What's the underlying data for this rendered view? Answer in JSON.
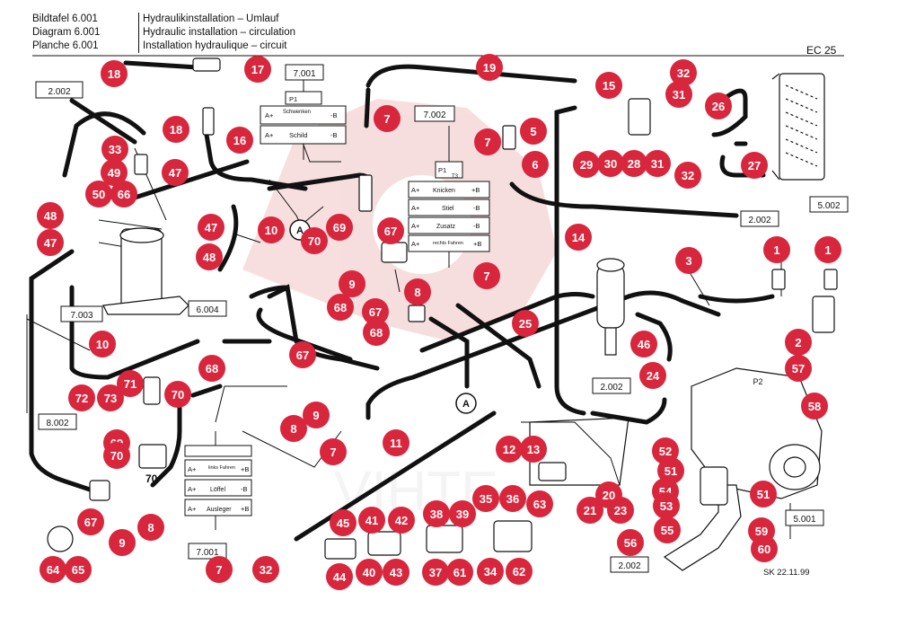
{
  "header": {
    "diagram_lines": [
      "Bildtafel 6.001",
      "Diagram 6.001",
      "Planche 6.001"
    ],
    "title_lines": [
      "Hydraulikinstallation – Umlauf",
      "Hydraulic installation – circulation",
      "Installation hydraulique – circuit"
    ]
  },
  "model": "EC 25",
  "signature": "SK 22.11.99",
  "watermark": "VIHTE",
  "colors": {
    "callout": "#d8263c",
    "callout_text": "#ffffff",
    "line": "#111111",
    "watermark": "#f2c4c4"
  },
  "refs": [
    "2.002",
    "7.001",
    "7.002",
    "7.003",
    "6.004",
    "2.002",
    "5.002",
    "2.002",
    "8.002",
    "7.001",
    "2.002",
    "5.001"
  ],
  "ports": [
    "P1",
    "P2",
    "A",
    "A"
  ],
  "valve_7001_top": [
    "P1",
    "A+",
    "Schwenken",
    "-B",
    "A+",
    "Schild",
    "-B"
  ],
  "valve_7002": [
    "P1",
    "T3",
    "A+",
    "Knicken",
    "+B",
    "A+",
    "Stiel",
    "-B",
    "A+",
    "Zusatz",
    "-B",
    "A+",
    "rechts Fahren",
    "+B"
  ],
  "valve_7001_bottom": [
    "A+",
    "links Fahren",
    "+B",
    "A+",
    "Löffel",
    "-B",
    "A+",
    "Ausleger",
    "+B"
  ],
  "label_70": "70",
  "callouts": [
    "18",
    "17",
    "7",
    "19",
    "32",
    "15",
    "31",
    "26",
    "33",
    "49",
    "18",
    "16",
    "7",
    "5",
    "6",
    "29",
    "30",
    "28",
    "31",
    "27",
    "47",
    "50",
    "66",
    "47",
    "10",
    "70",
    "69",
    "67",
    "14",
    "32",
    "48",
    "47",
    "48",
    "7",
    "1",
    "1",
    "3",
    "9",
    "8",
    "68",
    "67",
    "68",
    "2",
    "57",
    "10",
    "25",
    "46",
    "67",
    "68",
    "24",
    "58",
    "71",
    "70",
    "72",
    "73",
    "9",
    "8",
    "11",
    "52",
    "51",
    "69",
    "12",
    "13",
    "54",
    "51",
    "53",
    "7",
    "20",
    "21",
    "23",
    "59",
    "70",
    "63",
    "35",
    "36",
    "67",
    "8",
    "9",
    "45",
    "41",
    "42",
    "38",
    "39",
    "55",
    "56",
    "60",
    "64",
    "65",
    "7",
    "32",
    "44",
    "40",
    "43",
    "37",
    "61",
    "34",
    "62"
  ]
}
